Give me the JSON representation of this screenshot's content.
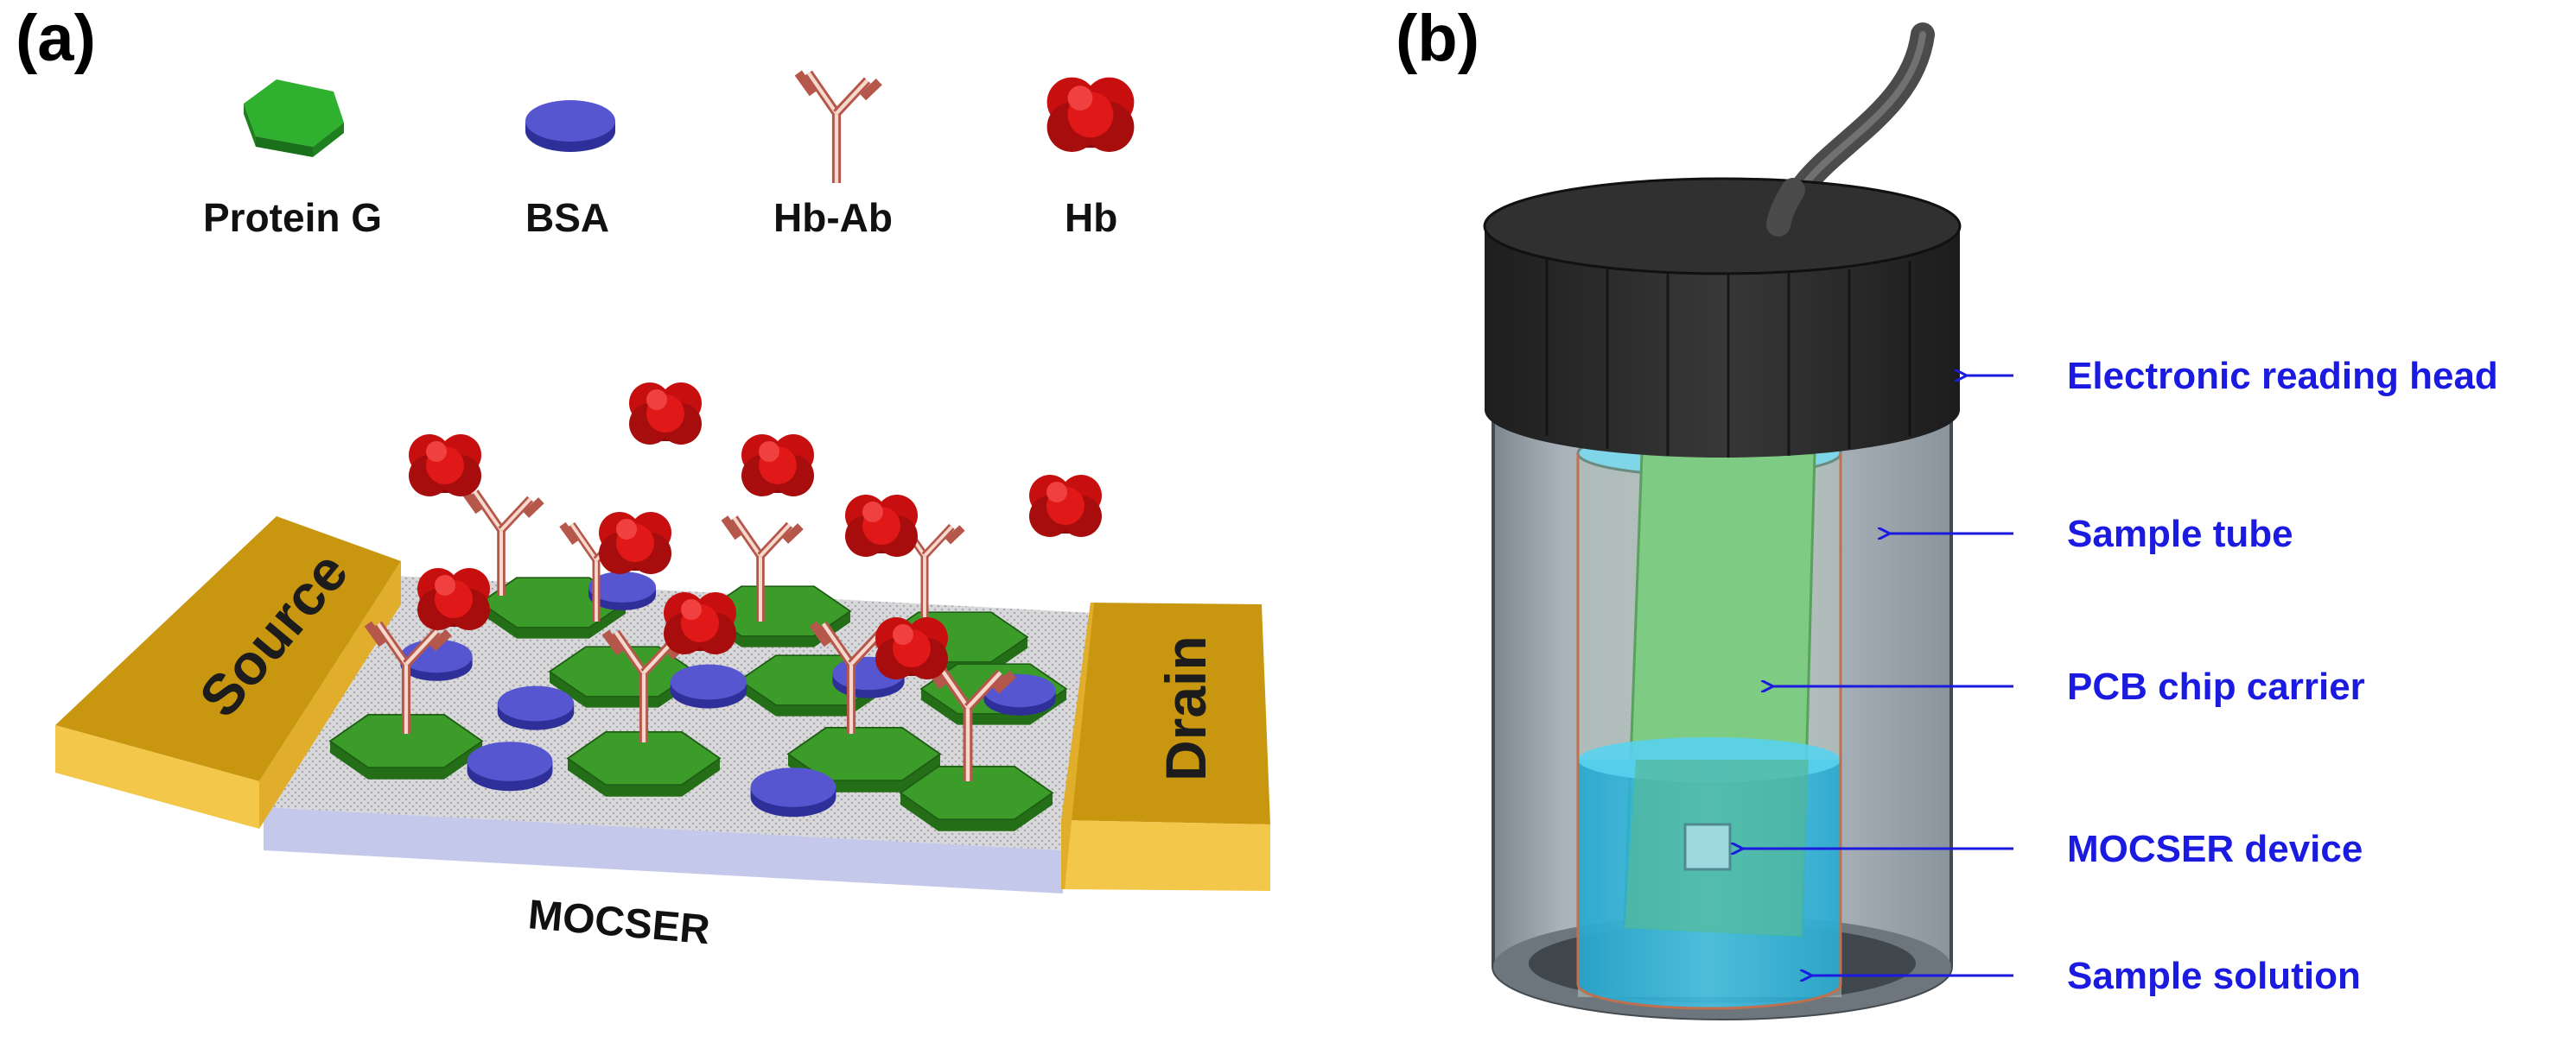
{
  "panel_a": {
    "label": "(a)",
    "legend": [
      {
        "label": "Protein G",
        "icon": "hexagon-icon",
        "color": "#22a522"
      },
      {
        "label": "BSA",
        "icon": "disc-icon",
        "color": "#5555dd"
      },
      {
        "label": "Hb-Ab",
        "icon": "antibody-icon",
        "color": "#e8a085"
      },
      {
        "label": "Hb",
        "icon": "hemoglobin-icon",
        "color": "#dd1111"
      }
    ],
    "source_label": "Source",
    "drain_label": "Drain",
    "device_label": "MOCSER",
    "colors": {
      "electrode": "#c8960f",
      "protein_g": "#2e8a1e",
      "bsa": "#5050c8",
      "hb": "#d01010",
      "antibody": "#e7a48a",
      "substrate": "#c9cdea"
    }
  },
  "panel_b": {
    "label": "(b)",
    "callouts": [
      {
        "label": "Electronic reading head"
      },
      {
        "label": "Sample tube"
      },
      {
        "label": "PCB chip carrier"
      },
      {
        "label": "MOCSER device"
      },
      {
        "label": "Sample solution"
      }
    ],
    "colors": {
      "cap": "#2a2a2a",
      "tube": "#9aa4ad",
      "pcb": "#7ecb84",
      "solution": "#37b9dd",
      "arrow": "#1a1ae0"
    }
  }
}
